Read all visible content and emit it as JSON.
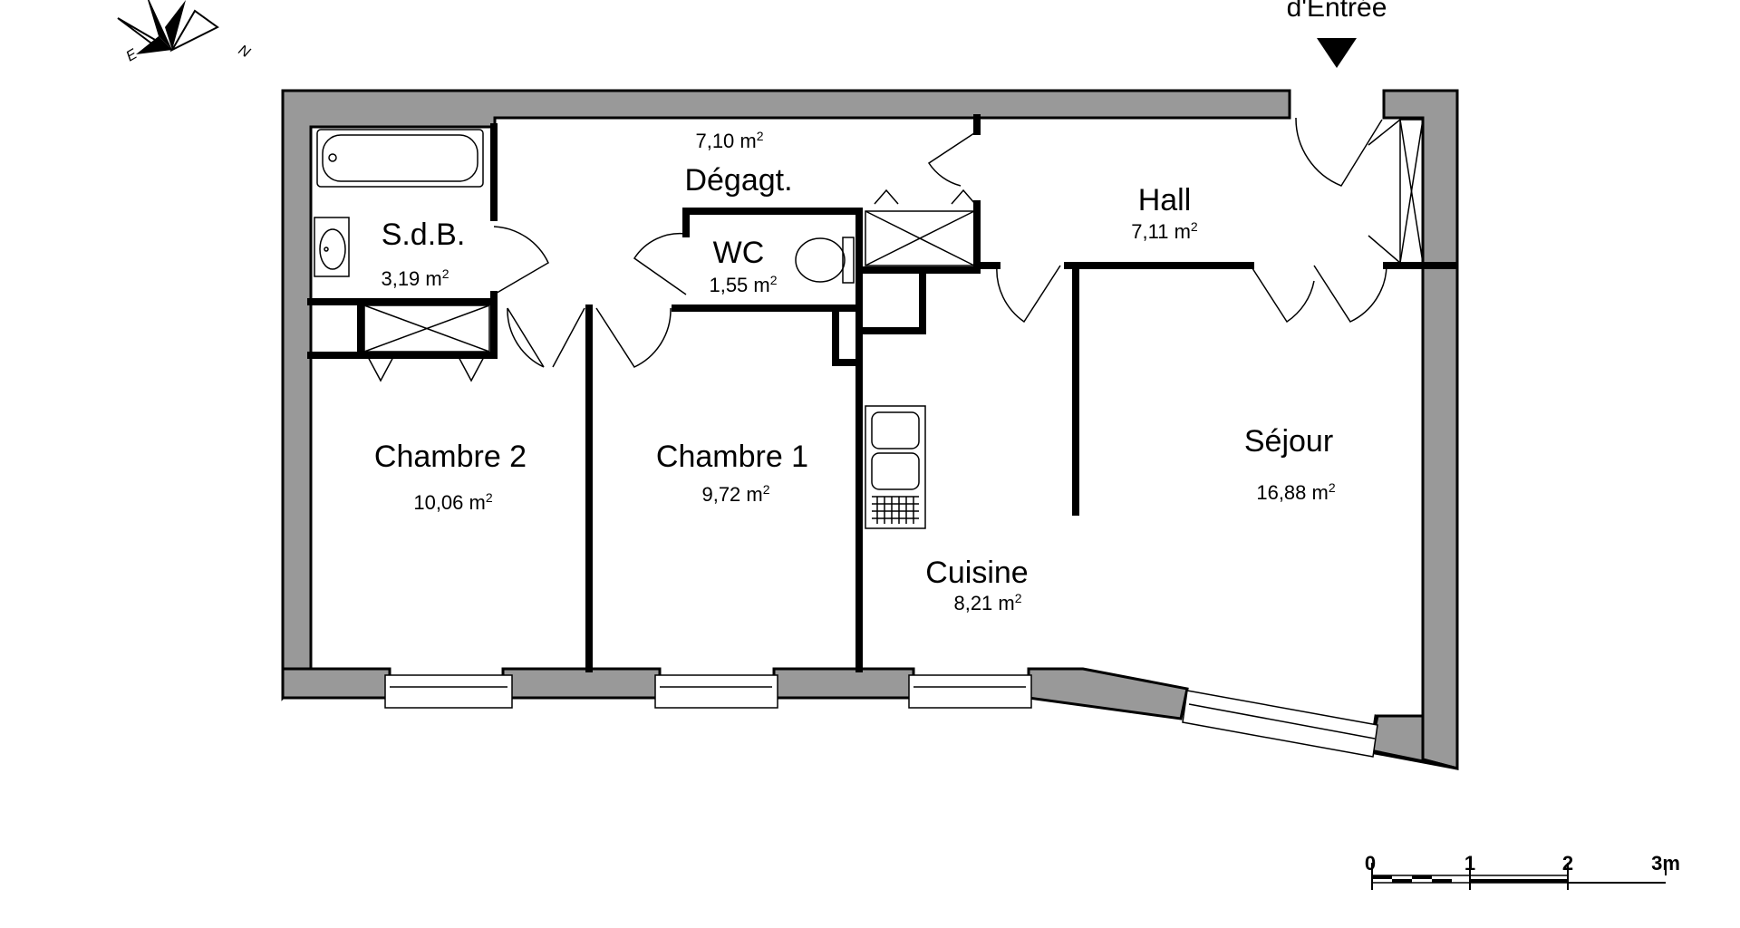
{
  "entrance": {
    "label": "d'Entrée"
  },
  "compass": {
    "labels": [
      "E",
      "N"
    ]
  },
  "rooms": [
    {
      "id": "degagt",
      "name": "Dégagt.",
      "area": "7,10 m",
      "unit_sup": "2"
    },
    {
      "id": "sdb",
      "name": "S.d.B.",
      "area": "3,19 m",
      "unit_sup": "2"
    },
    {
      "id": "wc",
      "name": "WC",
      "area": "1,55 m",
      "unit_sup": "2"
    },
    {
      "id": "hall",
      "name": "Hall",
      "area": "7,11 m",
      "unit_sup": "2"
    },
    {
      "id": "chambre2",
      "name": "Chambre 2",
      "area": "10,06 m",
      "unit_sup": "2"
    },
    {
      "id": "chambre1",
      "name": "Chambre 1",
      "area": "9,72 m",
      "unit_sup": "2"
    },
    {
      "id": "sejour",
      "name": "Séjour",
      "area": "16,88 m",
      "unit_sup": "2"
    },
    {
      "id": "cuisine",
      "name": "Cuisine",
      "area": "8,21 m",
      "unit_sup": "2"
    }
  ],
  "scale_bar": {
    "ticks": [
      "0",
      "1",
      "2",
      "3m"
    ]
  },
  "colors": {
    "wall": "#999999",
    "partition": "#000000",
    "background": "#ffffff"
  }
}
